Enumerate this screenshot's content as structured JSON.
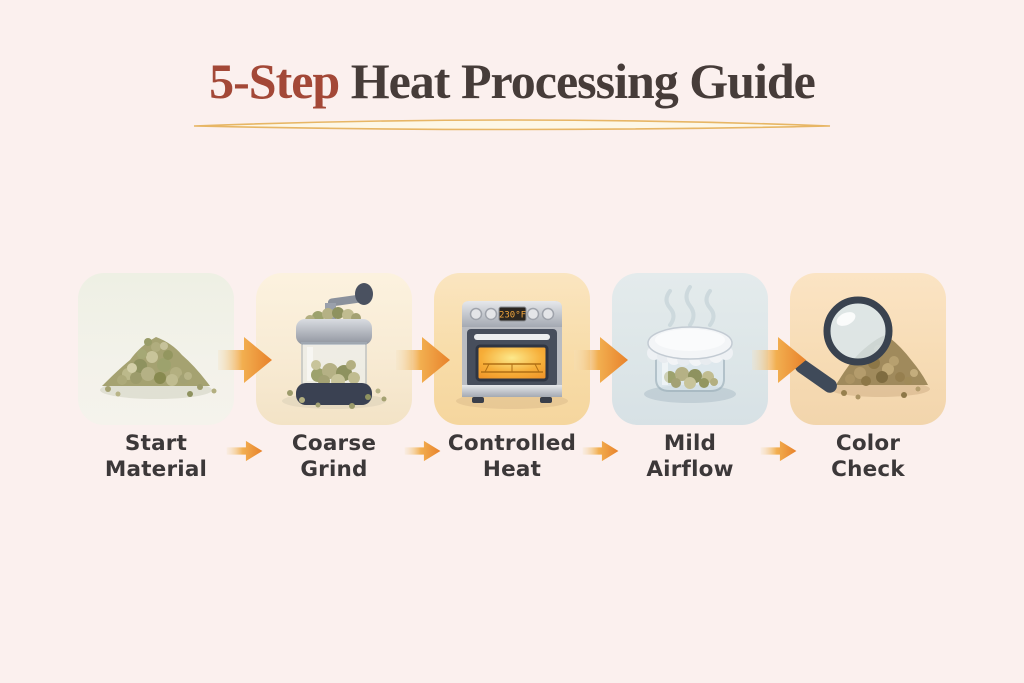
{
  "title": {
    "accent": "5-Step",
    "rest": "Heat Processing Guide"
  },
  "steps": [
    {
      "name": "start-material",
      "label1": "Start",
      "label2": "Material",
      "icon": "herb-pile-icon",
      "tile_color": "#EEF0E4"
    },
    {
      "name": "coarse-grind",
      "label1": "Coarse",
      "label2": "Grind",
      "icon": "hand-grinder-icon",
      "tile_color": "#FCF2DF"
    },
    {
      "name": "controlled-heat",
      "label1": "Controlled",
      "label2": "Heat",
      "icon": "oven-icon",
      "display": "230°F",
      "tile_color": "#FAE5C0"
    },
    {
      "name": "mild-airflow",
      "label1": "Mild",
      "label2": "Airflow",
      "icon": "covered-bowl-steam-icon",
      "tile_color": "#E4EBEC"
    },
    {
      "name": "color-check",
      "label1": "Color",
      "label2": "Check",
      "icon": "magnifier-pile-icon",
      "tile_color": "#FBE4C4"
    }
  ],
  "colors": {
    "background": "#FBF0EE",
    "title_accent": "#A34837",
    "title_main": "#463C39",
    "underline_gold": "#E7B665",
    "label_text": "#3C3839",
    "arrow_orange": "#EE9733"
  }
}
